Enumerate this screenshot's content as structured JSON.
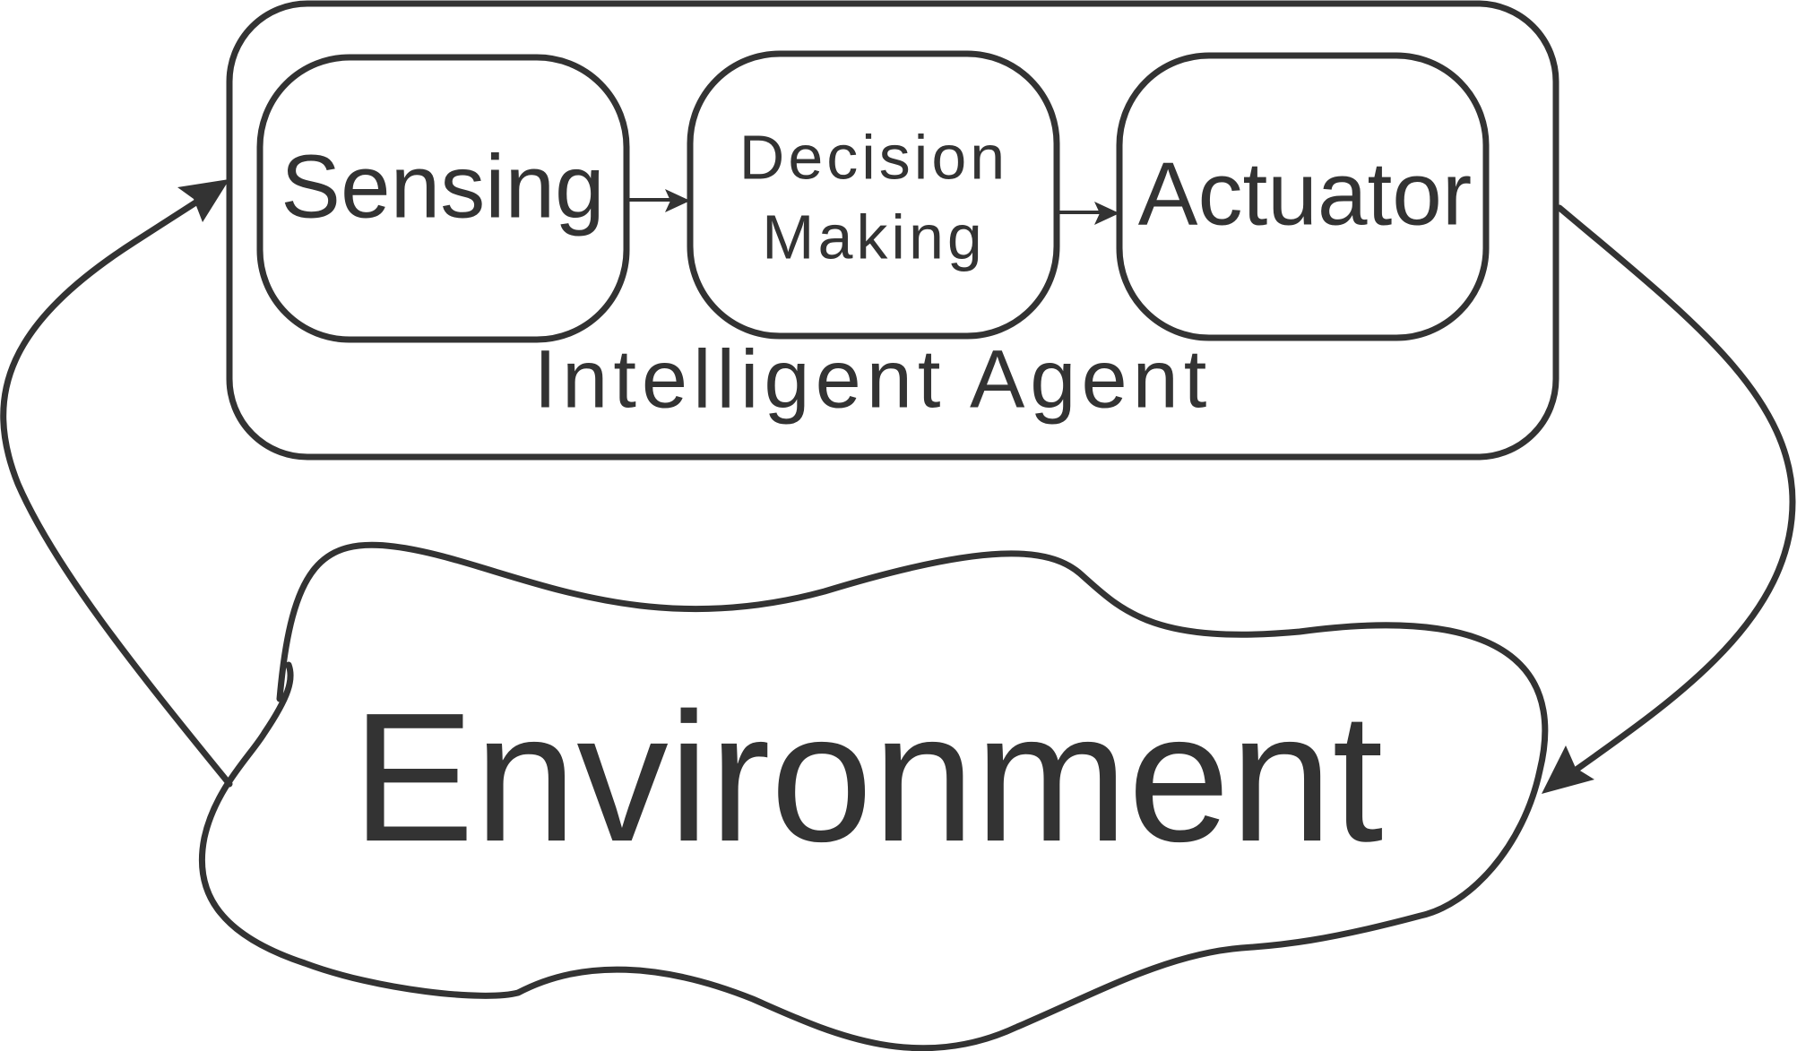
{
  "diagram": {
    "agent": {
      "label": "Intelligent Agent",
      "components": [
        {
          "id": "sensing",
          "label": "Sensing"
        },
        {
          "id": "decision",
          "label_line1": "Decision",
          "label_line2": "Making"
        },
        {
          "id": "actuator",
          "label": "Actuator"
        }
      ]
    },
    "environment": {
      "label": "Environment"
    },
    "edges": [
      {
        "from": "sensing",
        "to": "decision"
      },
      {
        "from": "decision",
        "to": "actuator"
      },
      {
        "from": "agent",
        "to": "environment"
      },
      {
        "from": "environment",
        "to": "agent"
      }
    ],
    "colors": {
      "stroke": "#333333",
      "background": "#ffffff"
    }
  }
}
